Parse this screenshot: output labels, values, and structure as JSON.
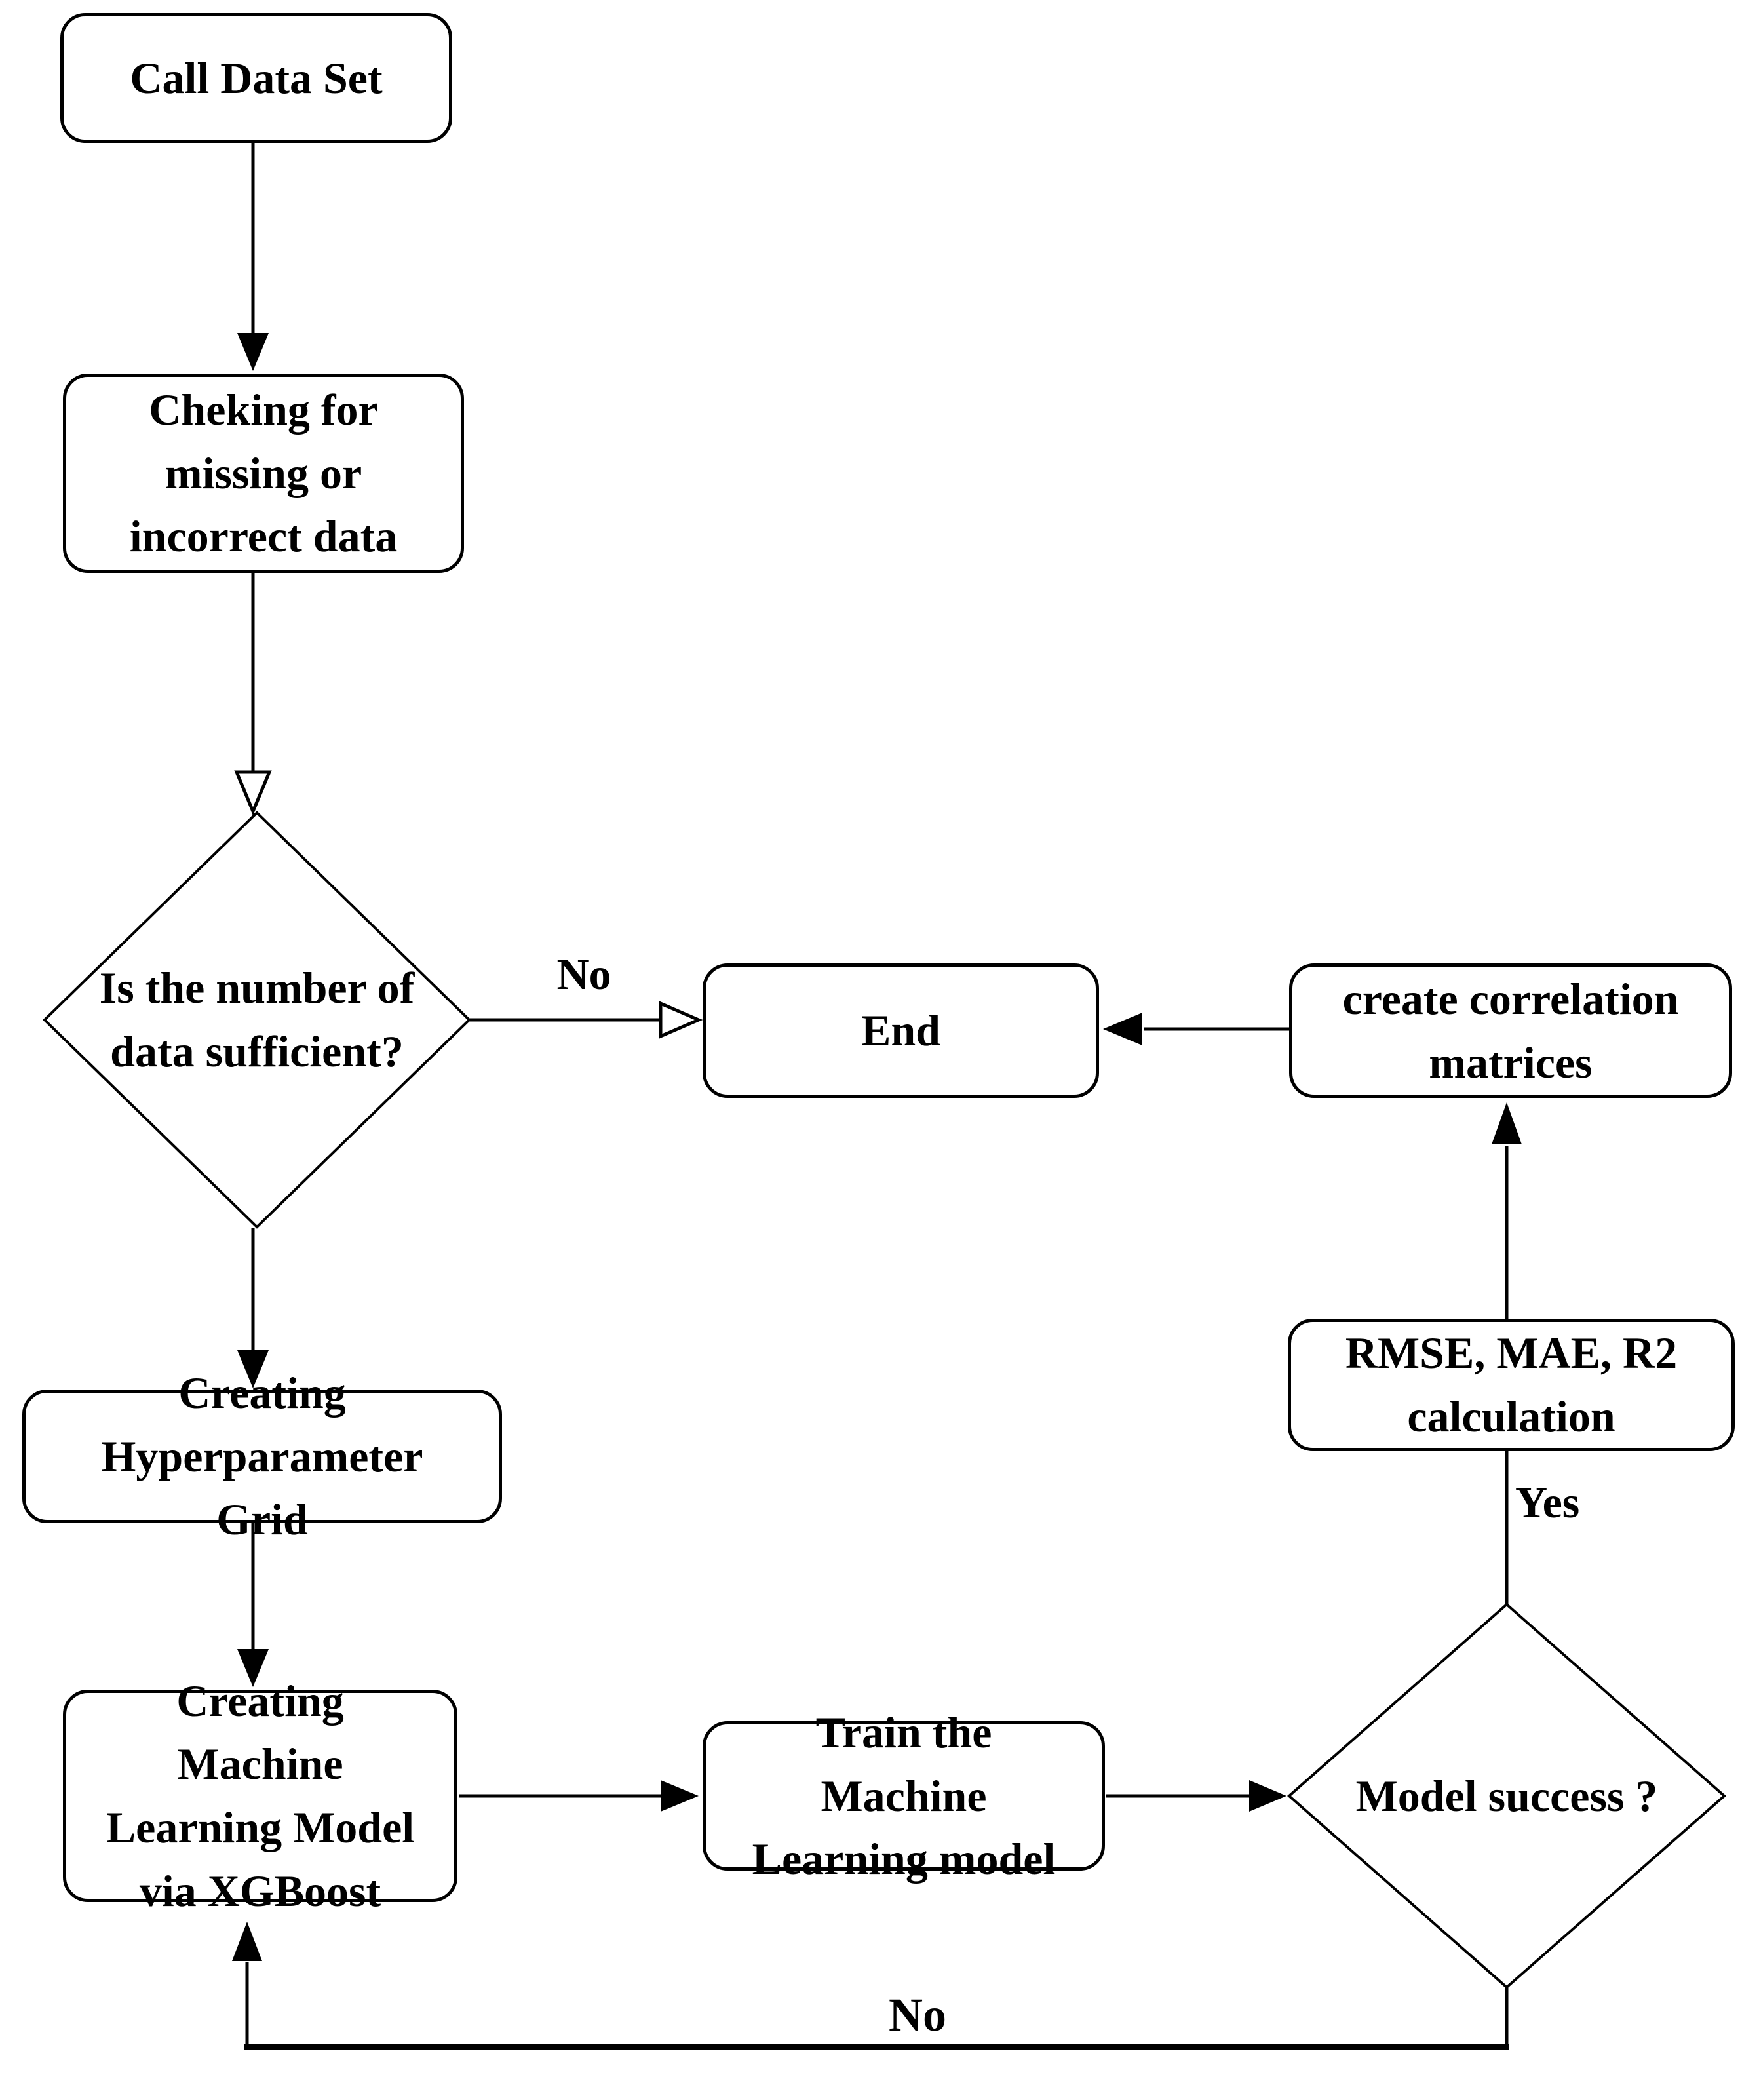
{
  "figure": {
    "title": "XGBoost machine learning model flowchart",
    "colors": {
      "background": "#ffffff",
      "stroke": "#000000",
      "text": "#000000",
      "node_fill": "#ffffff"
    }
  },
  "nodes": {
    "call_data_set": {
      "label": "Call Data Set",
      "type": "process"
    },
    "checking": {
      "label": "Cheking for missing or incorrect data",
      "type": "process"
    },
    "sufficient_decision": {
      "label": "Is the number of data sufficient?",
      "type": "decision"
    },
    "end": {
      "label": "End",
      "type": "terminator"
    },
    "create_correlation": {
      "label": "create correlation matrices",
      "type": "process"
    },
    "rmse_calculation": {
      "label": "RMSE, MAE, R2 calculation",
      "type": "process"
    },
    "hyperparameter_grid": {
      "label": "Creating Hyperparameter Grid",
      "type": "process"
    },
    "xgboost_model": {
      "label": "Creating Machine Learning Model via XGBoost",
      "type": "process"
    },
    "train_model": {
      "label": "Train the Machine Learning model",
      "type": "process"
    },
    "model_success_decision": {
      "label": "Model success ?",
      "type": "decision"
    }
  },
  "edge_labels": {
    "insufficient_no": "No",
    "success_yes": "Yes",
    "fail_no": "No"
  }
}
